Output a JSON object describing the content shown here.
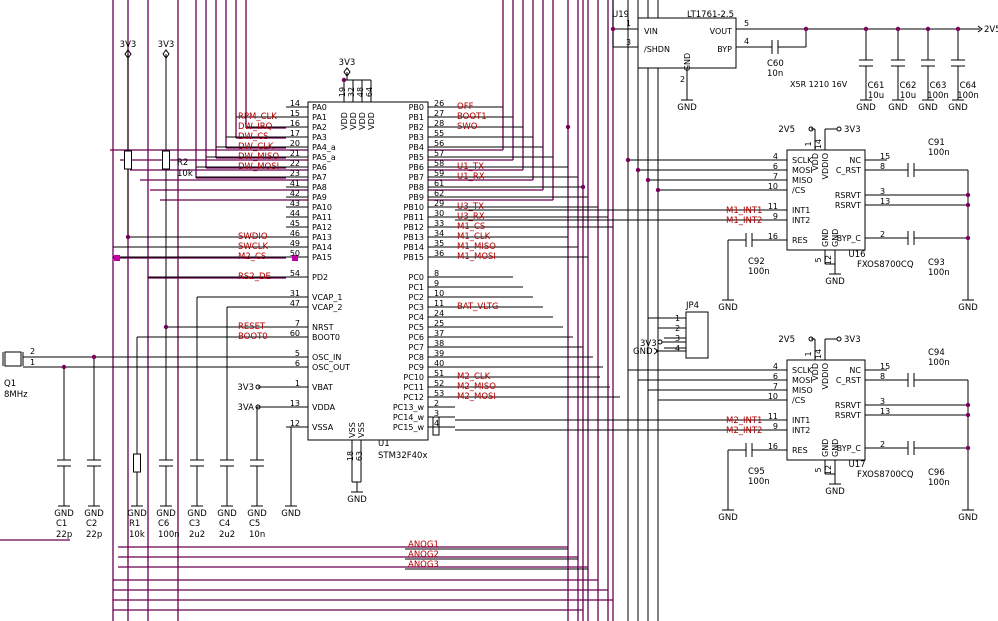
{
  "colors": {
    "wire": "#000000",
    "signal_label": "#b00000",
    "bus_wire": "#6a0050",
    "junction": "#7a0060",
    "background": "#ffffff"
  },
  "u1": {
    "ref": "U1",
    "value": "STM32F40x",
    "power_net": "3V3",
    "top_pins": [
      "19",
      "32",
      "48",
      "64"
    ],
    "top_names": [
      "VDD",
      "VDD",
      "VDD",
      "VDD"
    ],
    "bottom_pins": [
      "18",
      "63"
    ],
    "bottom_names": [
      "VSS",
      "VSS"
    ],
    "left": [
      {
        "n": "14",
        "name": "PA0"
      },
      {
        "n": "15",
        "name": "PA1",
        "sig": "RPM_CLK"
      },
      {
        "n": "16",
        "name": "PA2",
        "sig": "DW_IRQ"
      },
      {
        "n": "17",
        "name": "PA3",
        "sig": "DW_CS"
      },
      {
        "n": "20",
        "name": "PA4_a",
        "sig": "DW_CLK"
      },
      {
        "n": "21",
        "name": "PA5_a",
        "sig": "DW_MISO"
      },
      {
        "n": "22",
        "name": "PA6",
        "sig": "DW_MOSI"
      },
      {
        "n": "23",
        "name": "PA7"
      },
      {
        "n": "41",
        "name": "PA8"
      },
      {
        "n": "42",
        "name": "PA9"
      },
      {
        "n": "43",
        "name": "PA10"
      },
      {
        "n": "44",
        "name": "PA11"
      },
      {
        "n": "45",
        "name": "PA12"
      },
      {
        "n": "46",
        "name": "PA13",
        "sig": "SWDIO"
      },
      {
        "n": "49",
        "name": "PA14",
        "sig": "SWCLK"
      },
      {
        "n": "50",
        "name": "PA15",
        "sig": "M2_CS"
      },
      {
        "n": "54",
        "name": "PD2",
        "sig": "RS2_DE"
      },
      {
        "n": "31",
        "name": "VCAP_1"
      },
      {
        "n": "47",
        "name": "VCAP_2"
      },
      {
        "n": "7",
        "name": "NRST",
        "sig": "RESET"
      },
      {
        "n": "60",
        "name": "BOOT0",
        "sig": "BOOT0"
      },
      {
        "n": "5",
        "name": "OSC_IN"
      },
      {
        "n": "6",
        "name": "OSC_OUT"
      },
      {
        "n": "1",
        "name": "VBAT",
        "net": "3V3"
      },
      {
        "n": "13",
        "name": "VDDA",
        "net": "3VA"
      },
      {
        "n": "12",
        "name": "VSSA"
      }
    ],
    "right": [
      {
        "n": "26",
        "name": "PB0",
        "sig": "OFF"
      },
      {
        "n": "27",
        "name": "PB1",
        "sig": "BOOT1"
      },
      {
        "n": "28",
        "name": "PB2",
        "sig": "SWO"
      },
      {
        "n": "55",
        "name": "PB3"
      },
      {
        "n": "56",
        "name": "PB4"
      },
      {
        "n": "57",
        "name": "PB5"
      },
      {
        "n": "58",
        "name": "PB6",
        "sig": "U1_TX"
      },
      {
        "n": "59",
        "name": "PB7",
        "sig": "U1_RX"
      },
      {
        "n": "61",
        "name": "PB8"
      },
      {
        "n": "62",
        "name": "PB9"
      },
      {
        "n": "29",
        "name": "PB10",
        "sig": "U3_TX"
      },
      {
        "n": "30",
        "name": "PB11",
        "sig": "U3_RX"
      },
      {
        "n": "33",
        "name": "PB12",
        "sig": "M1_CS"
      },
      {
        "n": "34",
        "name": "PB13",
        "sig": "M1_CLK"
      },
      {
        "n": "35",
        "name": "PB14",
        "sig": "M1_MISO"
      },
      {
        "n": "36",
        "name": "PB15",
        "sig": "M1_MOSI"
      },
      {
        "n": "8",
        "name": "PC0"
      },
      {
        "n": "9",
        "name": "PC1"
      },
      {
        "n": "10",
        "name": "PC2"
      },
      {
        "n": "11",
        "name": "PC3",
        "sig": "BAT_VLTG"
      },
      {
        "n": "24",
        "name": "PC4"
      },
      {
        "n": "25",
        "name": "PC5"
      },
      {
        "n": "37",
        "name": "PC6"
      },
      {
        "n": "38",
        "name": "PC7"
      },
      {
        "n": "39",
        "name": "PC8"
      },
      {
        "n": "40",
        "name": "PC9"
      },
      {
        "n": "51",
        "name": "PC10",
        "sig": "M2_CLK"
      },
      {
        "n": "52",
        "name": "PC11",
        "sig": "M2_MISO"
      },
      {
        "n": "53",
        "name": "PC12",
        "sig": "M2_MOSI"
      },
      {
        "n": "2",
        "name": "PC13_w"
      },
      {
        "n": "3",
        "name": "PC14_w"
      },
      {
        "n": "4",
        "name": "PC15_w"
      }
    ]
  },
  "u19": {
    "ref": "U19",
    "value": "LT1761-2.5",
    "vin": "VIN",
    "shdn": "/SHDN",
    "vout": "VOUT",
    "byp": "BYP",
    "gnd": "GND",
    "pins": [
      "1",
      "3",
      "5",
      "4",
      "2"
    ],
    "out_net": "2V5"
  },
  "sensors": [
    {
      "ref": "U16",
      "value": "FXOS8700CQ",
      "left": [
        {
          "n": "4",
          "name": "SCLK"
        },
        {
          "n": "6",
          "name": "MOSI"
        },
        {
          "n": "7",
          "name": "MISO"
        },
        {
          "n": "10",
          "name": "/CS"
        },
        {
          "n": "11",
          "name": "INT1"
        },
        {
          "n": "9",
          "name": "INT2"
        },
        {
          "n": "16",
          "name": "RES"
        }
      ],
      "right": [
        {
          "n": "15",
          "name": "NC"
        },
        {
          "n": "8",
          "name": "C_RST"
        },
        {
          "n": "3",
          "name": "RSRVT"
        },
        {
          "n": "13",
          "name": "RSRVT"
        },
        {
          "n": "2",
          "name": "BYP_C"
        }
      ],
      "top": [
        "VDD",
        "VDDIO"
      ],
      "top_pins": [
        "1",
        "14"
      ],
      "bottom": [
        "GND",
        "GND"
      ],
      "bottom_pins": [
        "5",
        "12"
      ],
      "int_sigs": [
        "M1_INT1",
        "M1_INT2"
      ],
      "supply": [
        "2V5",
        "3V3"
      ],
      "caps": [
        {
          "ref": "C91",
          "val": "100n"
        },
        {
          "ref": "C92",
          "val": "100n"
        },
        {
          "ref": "C93",
          "val": "100n"
        }
      ]
    },
    {
      "ref": "U17",
      "value": "FXOS8700CQ",
      "left": [
        {
          "n": "4",
          "name": "SCLK"
        },
        {
          "n": "6",
          "name": "MOSI"
        },
        {
          "n": "7",
          "name": "MISO"
        },
        {
          "n": "10",
          "name": "/CS"
        },
        {
          "n": "11",
          "name": "INT1"
        },
        {
          "n": "9",
          "name": "INT2"
        },
        {
          "n": "16",
          "name": "RES"
        }
      ],
      "right": [
        {
          "n": "15",
          "name": "NC"
        },
        {
          "n": "8",
          "name": "C_RST"
        },
        {
          "n": "3",
          "name": "RSRVT"
        },
        {
          "n": "13",
          "name": "RSRVT"
        },
        {
          "n": "2",
          "name": "BYP_C"
        }
      ],
      "top": [
        "VDD",
        "VDDIO"
      ],
      "top_pins": [
        "1",
        "14"
      ],
      "bottom": [
        "GND",
        "GND"
      ],
      "bottom_pins": [
        "5",
        "12"
      ],
      "int_sigs": [
        "M2_INT1",
        "M2_INT2"
      ],
      "supply": [
        "2V5",
        "3V3"
      ],
      "caps": [
        {
          "ref": "C94",
          "val": "100n"
        },
        {
          "ref": "C95",
          "val": "100n"
        },
        {
          "ref": "C96",
          "val": "100n"
        }
      ]
    }
  ],
  "jp4": {
    "ref": "JP4",
    "pins": [
      "1",
      "2",
      "3",
      "4"
    ],
    "nets": [
      "3V3",
      "GND"
    ]
  },
  "top_caps": [
    {
      "ref": "C60",
      "val": "10n"
    },
    {
      "ref": "C61",
      "val": "10u"
    },
    {
      "ref": "C62",
      "val": "10u"
    },
    {
      "ref": "C63",
      "val": "100n"
    },
    {
      "ref": "C64",
      "val": "100n"
    }
  ],
  "top_cap_note": "X5R 1210 16V",
  "bottom_parts": [
    {
      "ref": "C1",
      "val": "22p"
    },
    {
      "ref": "C2",
      "val": "22p"
    },
    {
      "ref": "R1",
      "val": "10k"
    },
    {
      "ref": "C6",
      "val": "100n"
    },
    {
      "ref": "C3",
      "val": "2u2"
    },
    {
      "ref": "C4",
      "val": "2u2"
    },
    {
      "ref": "C5",
      "val": "10n"
    }
  ],
  "r2": {
    "ref": "R2",
    "val": "10k"
  },
  "crystal": {
    "ref": "Q1",
    "val": "8MHz",
    "pins": [
      "2",
      "1"
    ]
  },
  "nets": {
    "v33": "3V3",
    "gnd": "GND",
    "v25": "2V5",
    "v3a": "3VA"
  },
  "analog": [
    "ANOG1",
    "ANOG2",
    "ANOG3"
  ]
}
